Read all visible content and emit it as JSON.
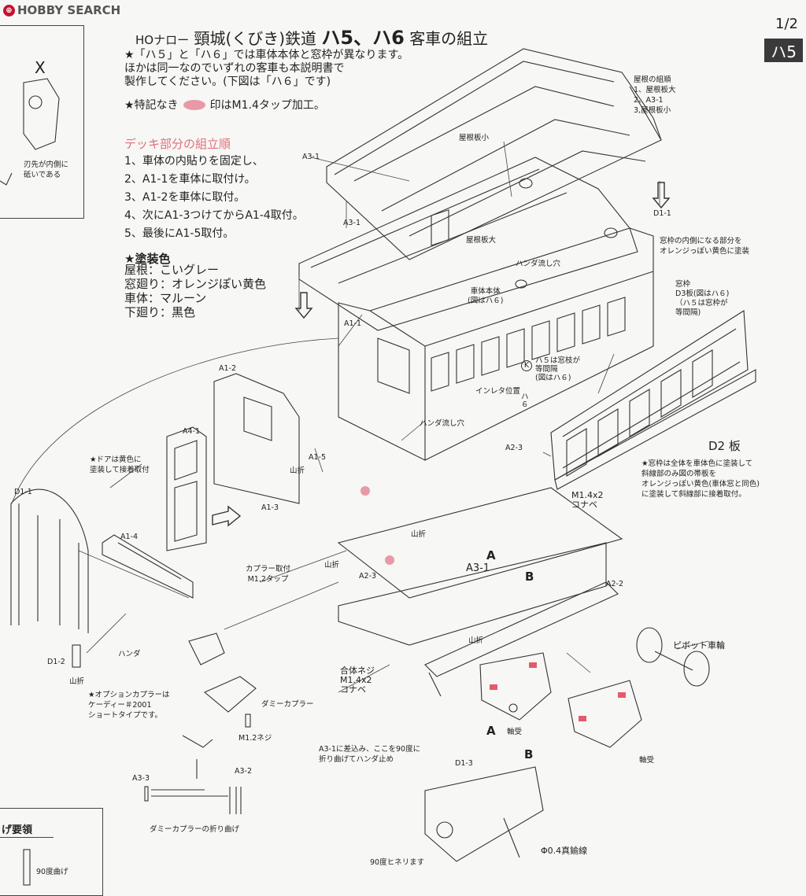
{
  "header": {
    "logo_text": "HOBBY SEARCH",
    "title_prefix": "HOナロー",
    "title_rail": "頸城(くびき)鉄道",
    "title_models": "ハ5、ハ6",
    "title_suffix": "客車の組立",
    "page_number": "1/2",
    "model_code": "ハ5"
  },
  "intro_lines": [
    "★「ハ５」と「ハ６」では車体本体と窓枠が異なります。",
    "ほかは同一なのでいずれの客車も本説明書で",
    "製作してください。(下図は「ハ６」です)"
  ],
  "tap_note": {
    "prefix": "★特記なき",
    "suffix": "印はM1.4タップ加工。",
    "mark_color": "#e79aa5"
  },
  "deck": {
    "heading": "デッキ部分の組立順",
    "steps": [
      "1、車体の内貼りを固定し、",
      "2、A1-1を車体に取付け。",
      "3、A1-2を車体に取付。",
      "4、次にA1-3つけてからA1-4取付。",
      "5、最後にA1-5取付。"
    ]
  },
  "paint": {
    "heading": "★塗装色",
    "lines": [
      "屋根：こいグレー",
      "窓廻り：オレンジぽい黄色",
      "車体：マルーン",
      "下廻り：黒色"
    ]
  },
  "side_note": {
    "mark": "X",
    "lines": [
      "刃先が内側に",
      "砥いである"
    ]
  },
  "roof_order": {
    "heading": "屋根の組順",
    "lines": [
      "1、屋根板大",
      "2、A3-1",
      "3,屋根板小"
    ]
  },
  "labels": {
    "a3_1_top": "A3-1",
    "a3_1_left": "A3-1",
    "roof_small": "屋根板小",
    "roof_large": "屋根板大",
    "d1_1_right": "D1-1",
    "window_inner": [
      "窓枠の内側になる部分を",
      "オレンジっぽい黄色に塗装"
    ],
    "solder_hole_1": "ハンダ流し穴",
    "body_main": [
      "車体本体",
      "(図はハ６)"
    ],
    "window_frame": [
      "窓枠",
      "D3板(図はハ６)",
      "（ハ５は窓枠が",
      "等間隔)"
    ],
    "a1_1": "A1-1",
    "ha5_note": [
      "ハ５は窓枝が",
      "等間隔",
      "(図はハ６)"
    ],
    "k_mark": "K",
    "inleta": "インレタ位置",
    "ha6_mark": "ハ６",
    "a1_2": "A1-2",
    "a4_1": "A4-1",
    "solder_hole_2": "ハンダ流し穴",
    "a1_5": "A1-5",
    "a2_3_right": "A2-3",
    "d2": "D2 板",
    "d2_note": [
      "★窓枠は全体を車体色に塗装して",
      "斜線部のみ図の帯板を",
      "オレンジっぽい黄色(車体窓と同色)",
      "に塗装して斜線部に接着取付。"
    ],
    "door_note": [
      "★ドアは黄色に",
      "塗装して接着取付"
    ],
    "mountain_fold_1": "山折",
    "a1_3": "A1-3",
    "d1_1_left": "D1-1",
    "a1_4": "A1-4",
    "mountain_fold_2": "山折",
    "m14_top": [
      "M1.4x2",
      "コナベ"
    ],
    "coupler": [
      "カプラー取付",
      "M1.2タップ"
    ],
    "mountain_fold_3": "山折",
    "a2_3_left": "A2-3",
    "a_top": "A",
    "a3_1_mid": "A3-1",
    "b_top": "B",
    "a2_2": "A2-2",
    "mountain_fold_4": "山折",
    "solder_label": "ハンダ",
    "d1_2": "D1-2",
    "mountain_fold_5": "山折",
    "pivot_wheel": "ピボット車輪",
    "body_screw": [
      "合体ネジ",
      "M1.4x2",
      "コナベ"
    ],
    "option_coupler": [
      "★オプションカプラーは",
      "ケーディー＃2001",
      "ショートタイプです。"
    ],
    "dummy_coupler": "ダミーカプラー",
    "m12_screw": "M1.2ネジ",
    "axle_box_1": "軸受",
    "a_bottom": "A",
    "axle_box_2": "軸受",
    "a3_1_bend": [
      "A3-1に差込み、ここを90度に",
      "折り曲げてハンダ止め"
    ],
    "b_bottom": "B",
    "d1_3": "D1-3",
    "a3_3": "A3-3",
    "a3_2": "A3-2",
    "dummy_bend": "ダミーカプラーの折り曲げ",
    "bend_procedure": "げ要領",
    "bend_90": "90度曲げ",
    "twist_90": "90度ヒネリます",
    "brass_wire": "Φ0.4真鍮線"
  }
}
